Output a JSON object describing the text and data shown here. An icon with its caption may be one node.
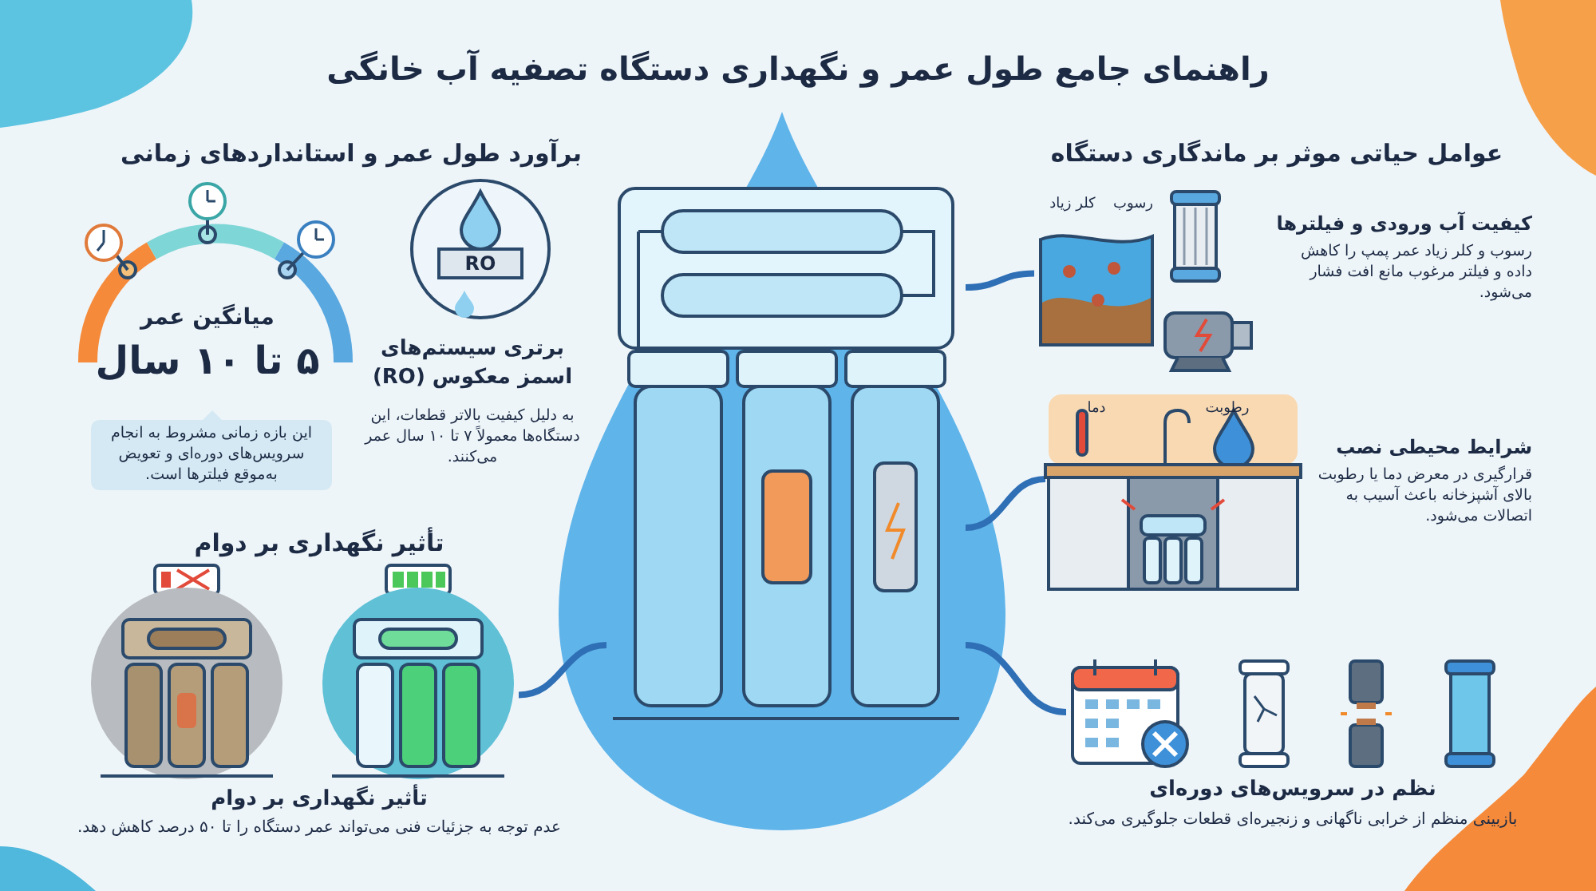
{
  "diagram": {
    "title": "راهنمای جامع طول عمر و نگهداری دستگاه تصفیه آب خانگی",
    "nodes": [
      {
        "text": [],
        "shape": "picture"
      },
      {
        "text": [],
        "shape": "picture"
      },
      {
        "text": [],
        "shape": "picture"
      },
      {
        "text": [],
        "shape": "picture"
      },
      {
        "text": [],
        "shape": "picture"
      },
      {
        "text": [
          "این بازه زمانی مشروط به انجام سرویس‌های دوره‌ای و تعویض به‌موقع فیلترها است."
        ]
      },
      {
        "text": [
          "RO"
        ]
      }
    ],
    "edges": [
      {
        "from": 0,
        "to": 1,
        "arrow": "none"
      },
      {
        "from": 0,
        "to": 2,
        "arrow": "none"
      },
      {
        "from": 0,
        "to": 3,
        "arrow": "none"
      },
      {
        "from": 0,
        "to": 4,
        "arrow": "none"
      }
    ],
    "labels": [
      "برآورد طول عمر و استانداردهای زمانی",
      "عوامل حیاتی موثر بر ماندگاری دستگاه",
      "میانگین عمر",
      "۵ تا ۱۰ سال",
      "برتری سیستم‌های اسمز معکوس (RO)",
      "به دلیل کیفیت بالاتر قطعات، این دستگاه‌ها معمولاً ۷ تا ۱۰ سال عمر می‌کنند.",
      "کلر زیاد",
      "رسوب",
      "کیفیت آب ورودی و فیلترها",
      "رسوب و کلر زیاد عمر پمپ را کاهش داده و فیلتر مرغوب مانع افت فشار می‌شود.",
      "دما",
      "رطوبت",
      "شرایط محیطی نصب",
      "قرارگیری در معرض دما یا رطوبت بالای آشپزخانه باعث آسیب به اتصالات می‌شود.",
      "تأثیر نگهداری بر دوام",
      "تأثیر نگهداری بر دوام",
      "عدم توجه به جزئیات فنی می‌تواند عمر دستگاه را تا ۵۰ درصد کاهش دهد.",
      "نظم در سرویس‌های دوره‌ای",
      "بازبینی منظم از خرابی ناگهانی و زنجیره‌ای قطعات جلوگیری می‌کند."
    ]
  }
}
